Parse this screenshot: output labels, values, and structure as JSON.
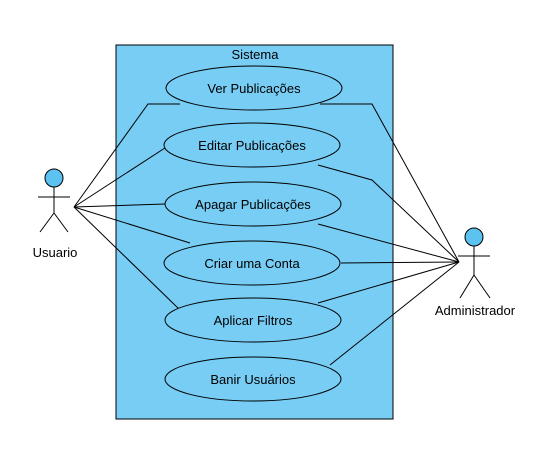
{
  "system": {
    "title": "Sistema",
    "fill": "#78cdf5"
  },
  "actors": [
    {
      "id": "usuario",
      "label": "Usuario",
      "head_color": "#5cc3f0"
    },
    {
      "id": "administrador",
      "label": "Administrador",
      "head_color": "#5cc3f0"
    }
  ],
  "use_cases": [
    {
      "id": "ver",
      "label": "Ver Publicações"
    },
    {
      "id": "editar",
      "label": "Editar Publicações"
    },
    {
      "id": "apagar",
      "label": "Apagar Publicações"
    },
    {
      "id": "criar",
      "label": "Criar uma Conta"
    },
    {
      "id": "filtros",
      "label": "Aplicar Filtros"
    },
    {
      "id": "banir",
      "label": "Banir Usuários"
    }
  ],
  "associations": [
    {
      "actor": "usuario",
      "use_case": "ver"
    },
    {
      "actor": "usuario",
      "use_case": "editar"
    },
    {
      "actor": "usuario",
      "use_case": "apagar"
    },
    {
      "actor": "usuario",
      "use_case": "criar"
    },
    {
      "actor": "usuario",
      "use_case": "filtros"
    },
    {
      "actor": "administrador",
      "use_case": "ver"
    },
    {
      "actor": "administrador",
      "use_case": "editar"
    },
    {
      "actor": "administrador",
      "use_case": "apagar"
    },
    {
      "actor": "administrador",
      "use_case": "criar"
    },
    {
      "actor": "administrador",
      "use_case": "filtros"
    },
    {
      "actor": "administrador",
      "use_case": "banir"
    }
  ]
}
